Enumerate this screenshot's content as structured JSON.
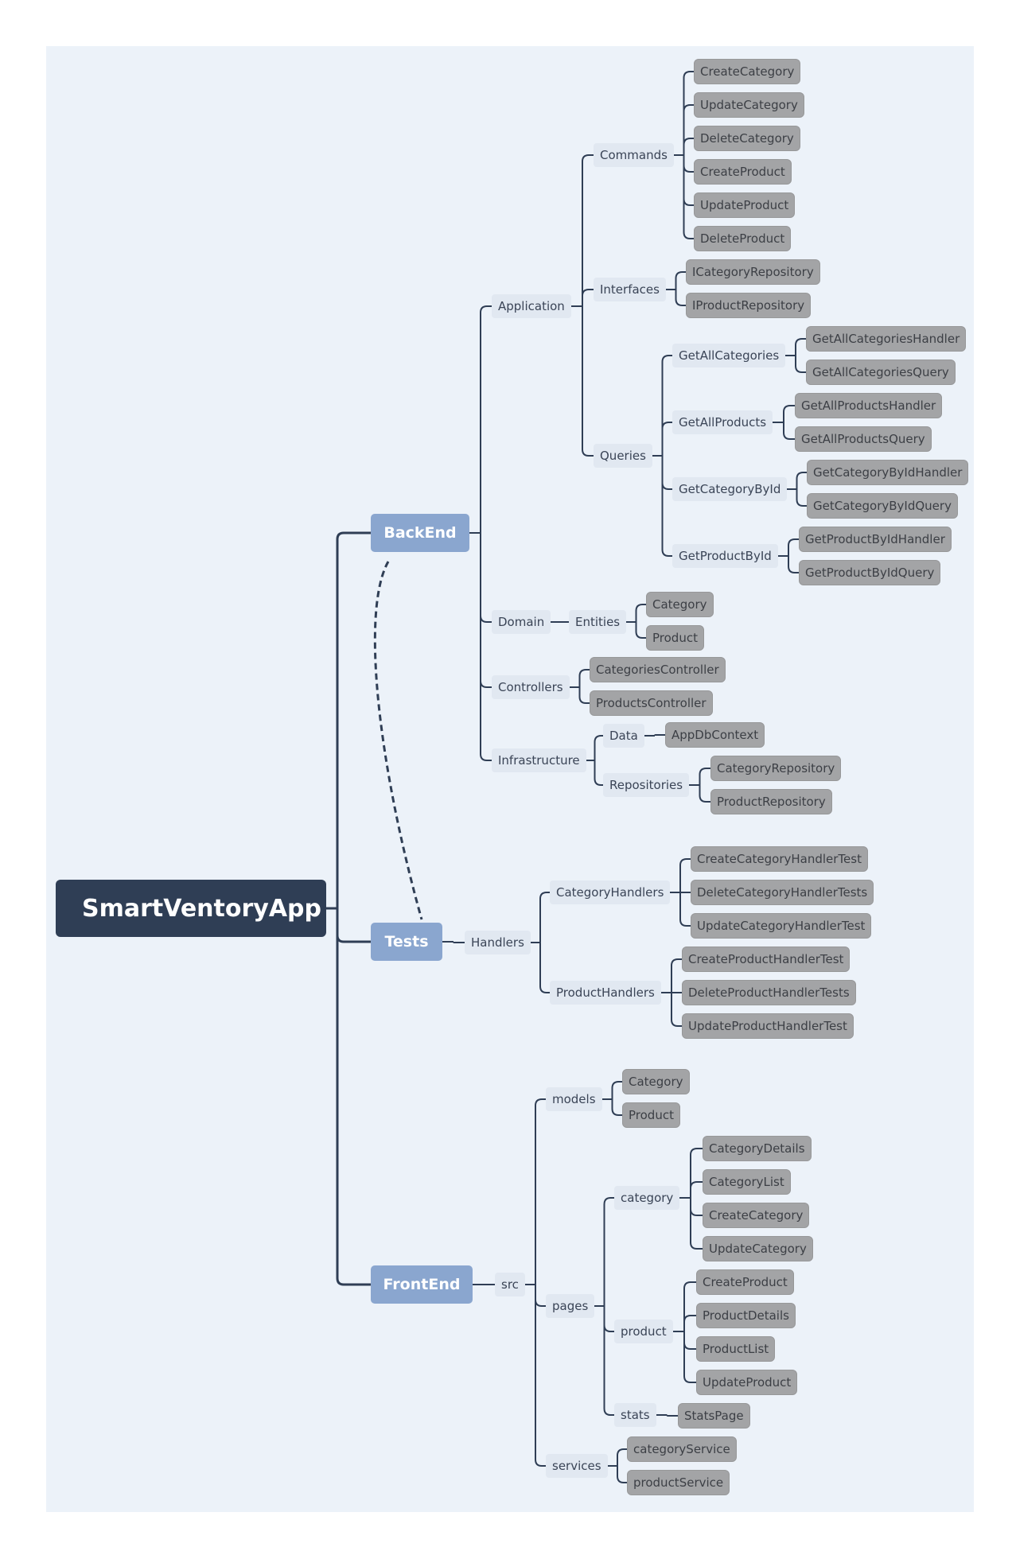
{
  "mindmap": {
    "root": "SmartVentoryApp",
    "backend": {
      "label": "BackEnd",
      "application": {
        "label": "Application",
        "commands": {
          "label": "Commands",
          "items": [
            "CreateCategory",
            "UpdateCategory",
            "DeleteCategory",
            "CreateProduct",
            "UpdateProduct",
            "DeleteProduct"
          ]
        },
        "interfaces": {
          "label": "Interfaces",
          "items": [
            "ICategoryRepository",
            "IProductRepository"
          ]
        },
        "queries": {
          "label": "Queries",
          "get_all_categories": {
            "label": "GetAllCategories",
            "items": [
              "GetAllCategoriesHandler",
              "GetAllCategoriesQuery"
            ]
          },
          "get_all_products": {
            "label": "GetAllProducts",
            "items": [
              "GetAllProductsHandler",
              "GetAllProductsQuery"
            ]
          },
          "get_category_by_id": {
            "label": "GetCategoryById",
            "items": [
              "GetCategoryByIdHandler",
              "GetCategoryByIdQuery"
            ]
          },
          "get_product_by_id": {
            "label": "GetProductById",
            "items": [
              "GetProductByIdHandler",
              "GetProductByIdQuery"
            ]
          }
        }
      },
      "domain": {
        "label": "Domain",
        "entities": {
          "label": "Entities",
          "items": [
            "Category",
            "Product"
          ]
        }
      },
      "controllers": {
        "label": "Controllers",
        "items": [
          "CategoriesController",
          "ProductsController"
        ]
      },
      "infrastructure": {
        "label": "Infrastructure",
        "data": {
          "label": "Data",
          "items": [
            "AppDbContext"
          ]
        },
        "repositories": {
          "label": "Repositories",
          "items": [
            "CategoryRepository",
            "ProductRepository"
          ]
        }
      }
    },
    "tests": {
      "label": "Tests",
      "handlers": {
        "label": "Handlers",
        "category_handlers": {
          "label": "CategoryHandlers",
          "items": [
            "CreateCategoryHandlerTest",
            "DeleteCategoryHandlerTests",
            "UpdateCategoryHandlerTest"
          ]
        },
        "product_handlers": {
          "label": "ProductHandlers",
          "items": [
            "CreateProductHandlerTest",
            "DeleteProductHandlerTests",
            "UpdateProductHandlerTest"
          ]
        }
      }
    },
    "frontend": {
      "label": "FrontEnd",
      "src": {
        "label": "src",
        "models": {
          "label": "models",
          "items": [
            "Category",
            "Product"
          ]
        },
        "pages": {
          "label": "pages",
          "category": {
            "label": "category",
            "items": [
              "CategoryDetails",
              "CategoryList",
              "CreateCategory",
              "UpdateCategory"
            ]
          },
          "product": {
            "label": "product",
            "items": [
              "CreateProduct",
              "ProductDetails",
              "ProductList",
              "UpdateProduct"
            ]
          },
          "stats": {
            "label": "stats",
            "items": [
              "StatsPage"
            ]
          }
        },
        "services": {
          "label": "services",
          "items": [
            "categoryService",
            "productService"
          ]
        }
      }
    },
    "colors": {
      "root": "#2f3e55",
      "branch": "#8aa6cf",
      "subtopic": "#e1e8f1",
      "leaf": "#a3a4a6",
      "connector": "#2f3e55",
      "background": "#ecf2f9"
    }
  }
}
